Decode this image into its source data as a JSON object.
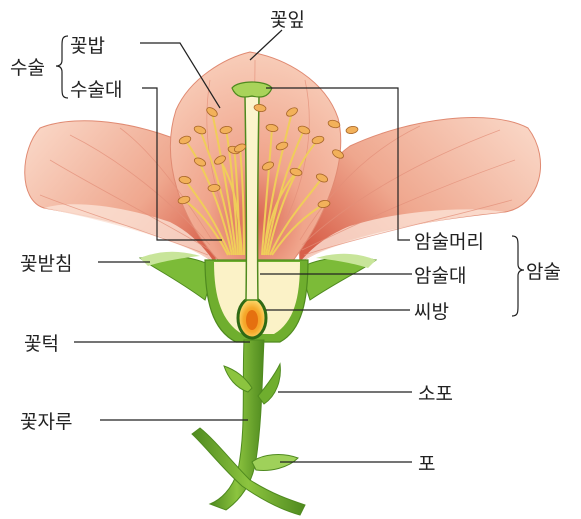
{
  "labels": {
    "petal": "꽃잎",
    "stamen": "수술",
    "anther": "꽃밥",
    "filament": "수술대",
    "stigma": "암술머리",
    "style": "암술대",
    "ovary": "씨방",
    "pistil": "암술",
    "sepal": "꽃받침",
    "receptacle": "꽃턱",
    "pedicel": "꽃자루",
    "bracteole": "소포",
    "bract": "포"
  },
  "colors": {
    "petal_fill": "#f2b49a",
    "petal_light": "#fbe0d2",
    "petal_vein": "#e8917a",
    "stem_green": "#6fae2e",
    "stem_dark": "#4f8a1f",
    "receptacle_cream": "#fbf2c7",
    "anther": "#e8a34a",
    "filament": "#f3d56b",
    "ovary_orange": "#f08a1c",
    "ovary_yellow": "#fcd23f"
  }
}
